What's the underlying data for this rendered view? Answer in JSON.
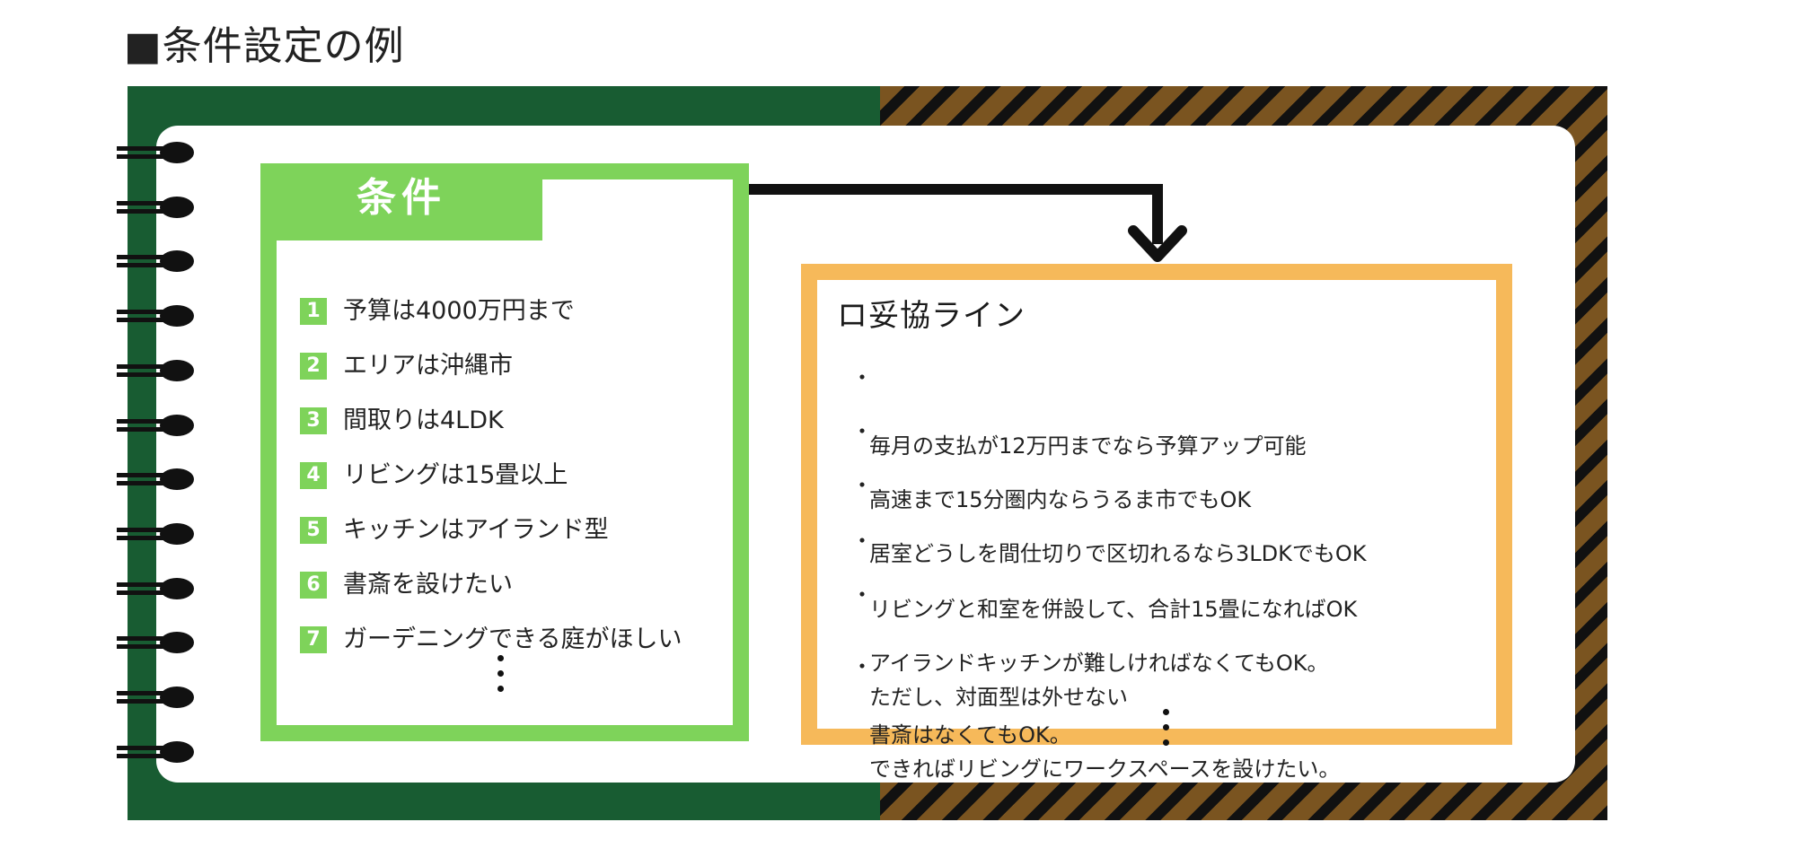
{
  "page_title": "■条件設定の例",
  "colors": {
    "cover_green": "#185c32",
    "cover_brown": "#7a5420",
    "stripe_black": "#111111",
    "conditions_accent": "#7ed35a",
    "compromise_accent": "#f6b95a"
  },
  "conditions": {
    "title": "条件",
    "items": [
      {
        "num": "1",
        "text": "予算は4000万円まで"
      },
      {
        "num": "2",
        "text": "エリアは沖縄市"
      },
      {
        "num": "3",
        "text": "間取りは4LDK"
      },
      {
        "num": "4",
        "text": "リビングは15畳以上"
      },
      {
        "num": "5",
        "text": "キッチンはアイランド型"
      },
      {
        "num": "6",
        "text": "書斎を設けたい"
      },
      {
        "num": "7",
        "text": "ガーデニングできる庭がほしい"
      }
    ]
  },
  "compromise": {
    "title": "ロ妥協ライン",
    "bullet": "・",
    "items": [
      "毎月の支払が12万円までなら予算アップ可能",
      "高速まで15分圏内ならうるま市でもOK",
      "居室どうしを間仕切りで区切れるなら3LDKでもOK",
      "リビングと和室を併設して、合計15畳になればOK",
      "アイランドキッチンが難しければなくてもOK。\nただし、対面型は外せない",
      "書斎はなくてもOK。\nできればリビングにワークスペースを設けたい。"
    ]
  }
}
